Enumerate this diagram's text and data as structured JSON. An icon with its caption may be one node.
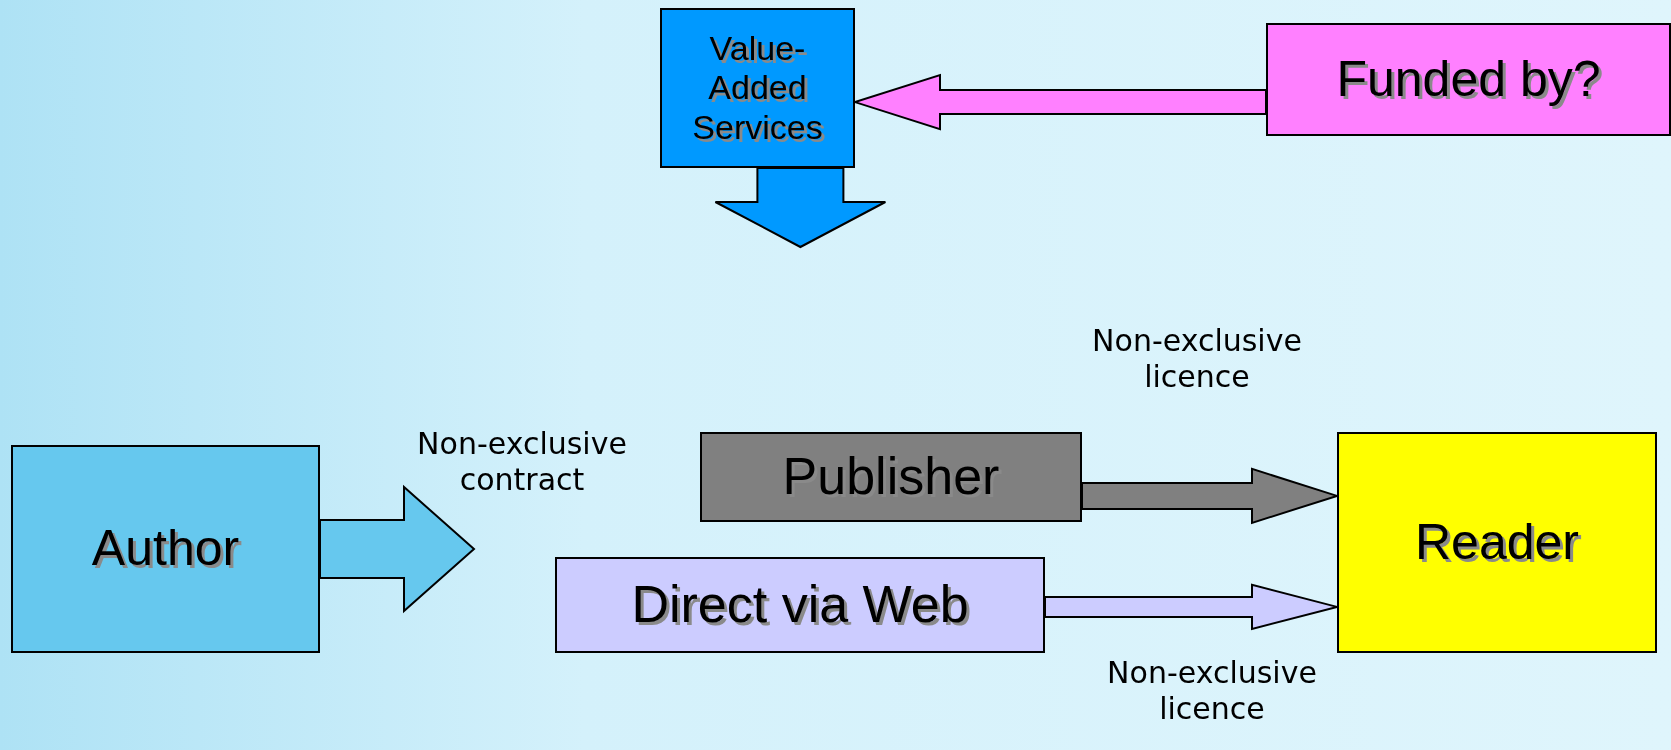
{
  "diagram": {
    "nodes": [
      {
        "text": [
          "Value-Added Services"
        ]
      },
      {
        "text": [
          "Funded by?"
        ]
      },
      {
        "text": [
          "Author"
        ]
      },
      {
        "text": [
          "Publisher"
        ]
      },
      {
        "text": [
          "Direct via Web"
        ]
      },
      {
        "text": [
          "Reader"
        ]
      }
    ],
    "edges": [
      {
        "from": 1,
        "to": 0,
        "arrow": "to",
        "color": "#ff80ff"
      },
      {
        "from": 0,
        "to": null,
        "arrow": "to",
        "color": "#0099ff"
      },
      {
        "from": 2,
        "to": null,
        "arrow": "to",
        "label": "Non-exclusive contract",
        "color": "#66c8ee"
      },
      {
        "from": 3,
        "to": 5,
        "arrow": "to",
        "label": "Non-exclusive licence",
        "color": "#808080"
      },
      {
        "from": 4,
        "to": 5,
        "arrow": "to",
        "label": "Non-exclusive licence",
        "color": "#ccccff"
      }
    ]
  }
}
